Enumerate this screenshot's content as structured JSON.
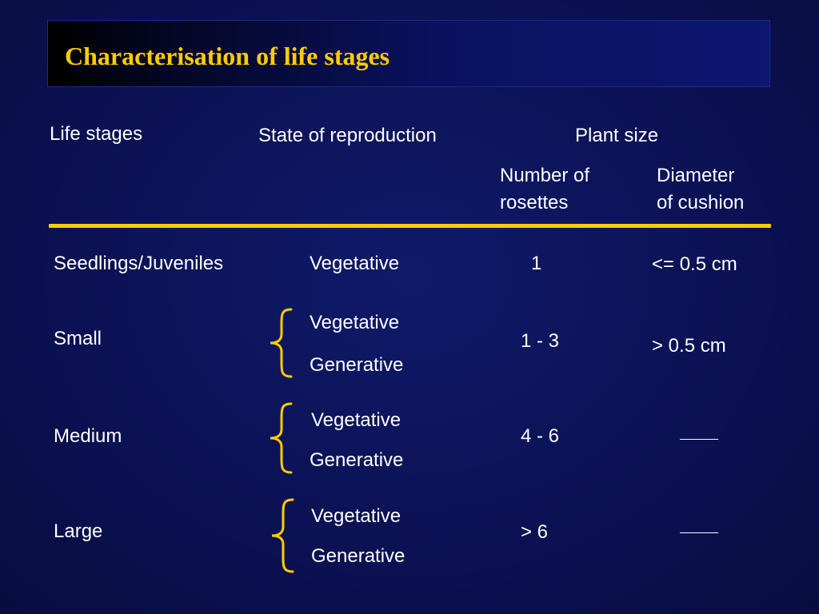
{
  "title": "Characterisation of life stages",
  "headers": {
    "life_stages": "Life stages",
    "state_of_reproduction": "State of reproduction",
    "plant_size": "Plant size",
    "rosettes_line1": "Number of",
    "rosettes_line2": "rosettes",
    "diameter_line1": "Diameter",
    "diameter_line2": "of cushion"
  },
  "rows": [
    {
      "stage": "Seedlings/Juveniles",
      "states": [
        "Vegetative"
      ],
      "rosettes": "1",
      "diameter": "<= 0.5 cm"
    },
    {
      "stage": "Small",
      "states": [
        "Vegetative",
        "Generative"
      ],
      "rosettes": "1 - 3",
      "diameter": "> 0.5 cm"
    },
    {
      "stage": "Medium",
      "states": [
        "Vegetative",
        "Generative"
      ],
      "rosettes": "4 - 6",
      "diameter": ""
    },
    {
      "stage": "Large",
      "states": [
        "Vegetative",
        "Generative"
      ],
      "rosettes": "> 6",
      "diameter": ""
    }
  ],
  "colors": {
    "background": "#0b1150",
    "accent": "#ffcc00",
    "text": "#ffffff"
  }
}
